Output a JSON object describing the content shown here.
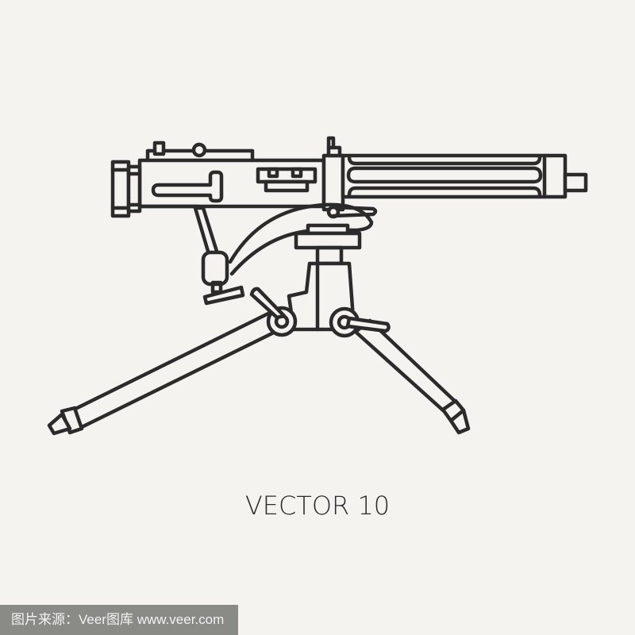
{
  "illustration": {
    "subject": "machine-gun-on-tripod",
    "style": "line-art",
    "stroke_color": "#2b2b2b",
    "background_color": "#f4f3f0"
  },
  "caption": {
    "text": "VECTOR 10"
  },
  "watermark": {
    "text": "图片来源：Veer图库 www.veer.com",
    "background_color": "#8a8a86"
  }
}
